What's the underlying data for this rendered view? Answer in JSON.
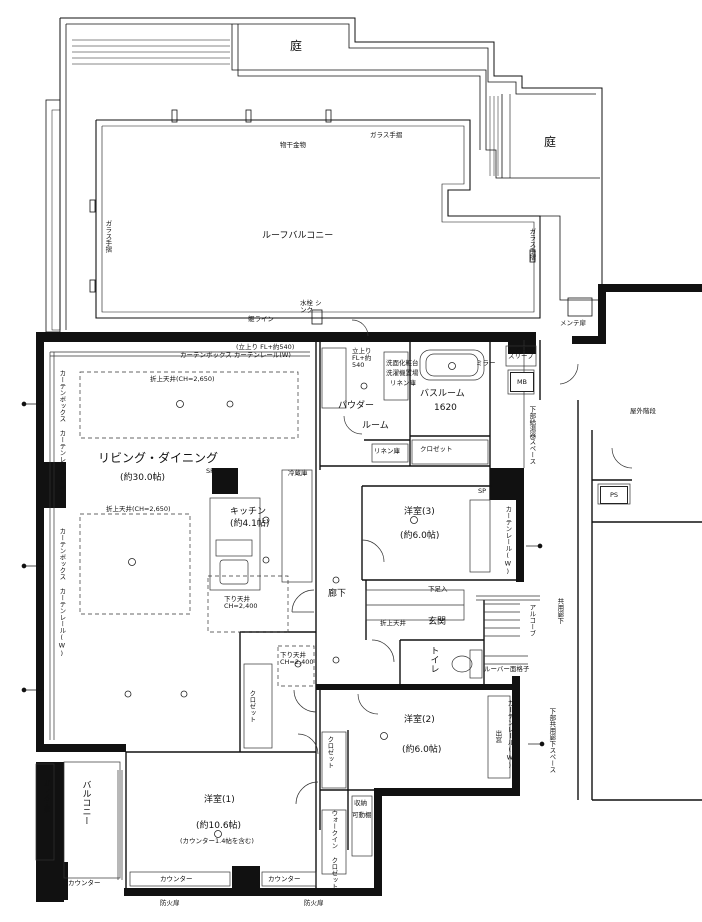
{
  "labels": {
    "garden_top": "庭",
    "garden_right": "庭",
    "roof_balcony": "ルーフバルコニー",
    "glass_rail": "ガラス手摺",
    "monohoshi": "物干金物",
    "glass_rail_left": "ガラス手摺",
    "glass_rail_right": "ガラス手摺",
    "zai_line": "躯ライン",
    "faucet": "水栓 シンク",
    "mente_door": "メンテ扉",
    "external_stairs": "屋外階段",
    "ps": "PS",
    "mb": "MB",
    "aircon_box": "エアコン スリーブ",
    "living": "リビング・ダイニング",
    "living_size": "(約30.0帖)",
    "curtain_box_top": "カーテンボックス カーテンレール(W)",
    "riser_note": "(立上り FL+約540)",
    "ceiling_up_top": "折上天井(CH=2,650)",
    "ceiling_up_mid": "折上天井(CH=2,650)",
    "curtain_left_1": "カーテンボックス カーテンレール(W)",
    "curtain_left_2": "カーテンボックス カーテンレール(W)",
    "kitchen": "キッチン",
    "kitchen_size": "(約4.1帖)",
    "ceiling_down_k": "下り天井 CH=2,400",
    "ceiling_down_2": "下り天井 CH=2,400",
    "powder": "パウダー",
    "powder_2": "ルーム",
    "bath": "バスルーム",
    "bath_size": "1620",
    "closet_top": "クロゼット",
    "linen": "リネン庫",
    "laundry": "洗濯機置場",
    "wash": "洗面化粧台",
    "riser_small": "立上り FL+約540",
    "room3": "洋室(3)",
    "room3_size": "(約6.0帖)",
    "corridor": "廊下",
    "shoe": "下足入",
    "entrance": "玄関",
    "ceiling_entrance": "折上天井",
    "alcove": "アルコーブ",
    "common_corridor": "共用廊下",
    "toilet": "トイレ",
    "louver": "ルーバー面格子",
    "room2": "洋室(2)",
    "room2_size": "(約6.0帖)",
    "closet_room2": "クロゼット",
    "closet_corr": "クロゼット",
    "walkin": "ウォークイン クロゼット",
    "room1": "洋室(1)",
    "room1_size": "(約10.6帖)",
    "room1_note": "(カウンター1.4帖を含む)",
    "balcony": "バルコニー",
    "counter1": "カウンター",
    "counter2": "カウンター",
    "counter3": "カウンター",
    "fire_door": "防火扉",
    "storage_note": "収納",
    "curtain_r2": "カーテンレール(W)",
    "curtain_r3": "カーテンレール(W)",
    "madai": "出窓",
    "pipe_space": "下部共用廊下スペース",
    "boiler": "下部給湯器スペース",
    "glass_rail_balc": "ガラス手摺",
    "mirror": "ミラー",
    "keijo": "可動棚",
    "reizou": "冷蔵庫",
    "fb": "リネン庫",
    "sp1": "SP",
    "sp2": "SP"
  }
}
